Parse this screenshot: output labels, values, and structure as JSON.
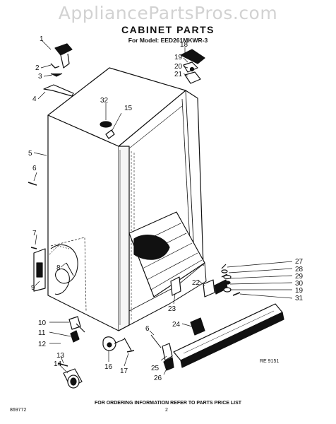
{
  "header": {
    "watermark": "AppliancePartsPros.com",
    "title": "CABINET PARTS",
    "model_line": "For Model: EED261MKWR-3"
  },
  "footer": {
    "ordering_note": "FOR ORDERING INFORMATION REFER TO PARTS PRICE LIST",
    "doc_number": "869772",
    "page_number": "2",
    "revision_code": "RE 9151"
  },
  "callouts": {
    "c1": "1",
    "c2": "2",
    "c3": "3",
    "c4": "4",
    "c5": "5",
    "c6": "6",
    "c7": "7",
    "c8": "8",
    "c9": "9",
    "c10": "10",
    "c11": "11",
    "c12": "12",
    "c13": "13",
    "c14": "14",
    "c15": "15",
    "c16": "16",
    "c17": "17",
    "c18": "18",
    "c19": "19",
    "c20": "20",
    "c21": "21",
    "c22": "22",
    "c23": "23",
    "c24": "24",
    "c25": "25",
    "c26": "26",
    "c27": "27",
    "c28": "28",
    "c29": "29",
    "c30": "30",
    "c31": "31",
    "c32": "32",
    "c6b": "6",
    "c19b": "19"
  }
}
